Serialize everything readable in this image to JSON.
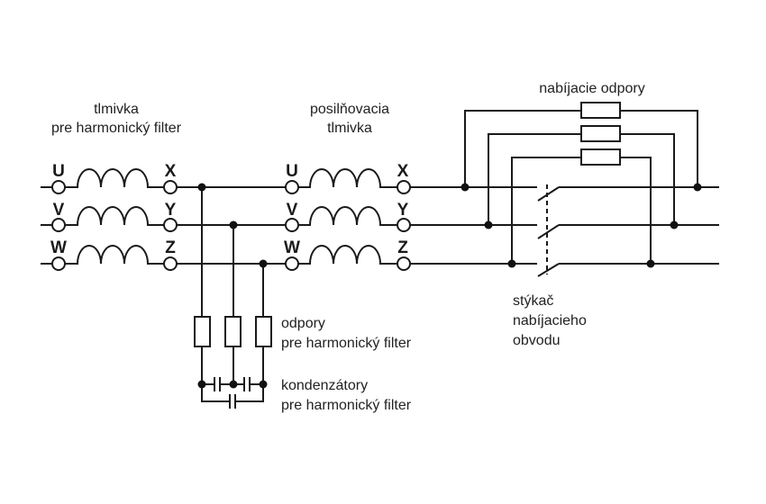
{
  "labels": {
    "choke1_line1": "tlmivka",
    "choke1_line2": "pre harmonický filter",
    "choke2_line1": "posilňovacia",
    "choke2_line2": "tlmivka",
    "charging_resistors": "nabíjacie odpory",
    "filter_resistors_line1": "odpory",
    "filter_resistors_line2": "pre harmonický filter",
    "capacitors_line1": "kondenzátory",
    "capacitors_line2": "pre harmonický filter",
    "contactor_line1": "stýkač",
    "contactor_line2": "nabíjacieho",
    "contactor_line3": "obvodu"
  },
  "terminals": {
    "input": [
      "U",
      "V",
      "W"
    ],
    "output": [
      "X",
      "Y",
      "Z"
    ]
  }
}
